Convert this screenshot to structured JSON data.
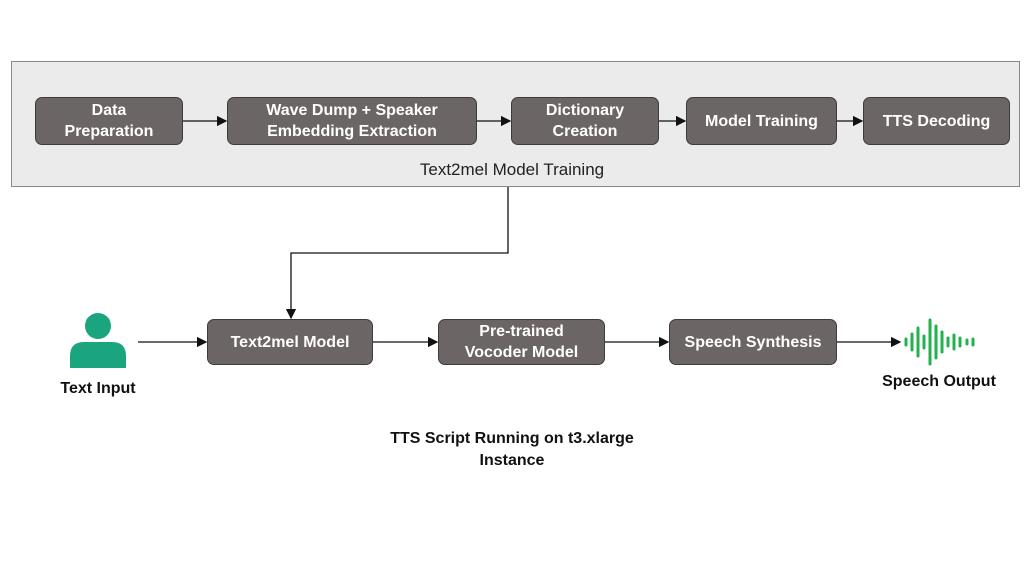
{
  "training": {
    "label": "Text2mel Model Training",
    "steps": [
      "Data\nPreparation",
      "Wave Dump + Speaker\nEmbedding Extraction",
      "Dictionary\nCreation",
      "Model Training",
      "TTS Decoding"
    ]
  },
  "pipeline": {
    "input_label": "Text Input",
    "output_label": "Speech Output",
    "steps": [
      "Text2mel Model",
      "Pre-trained\nVocoder Model",
      "Speech Synthesis"
    ]
  },
  "caption": "TTS Script Running on t3.xlarge\nInstance",
  "colors": {
    "box": "#6b6665",
    "panel": "#ebebeb",
    "person": "#1aa57f",
    "wave": "#22b14c"
  },
  "icons": {
    "input": "person-icon",
    "output": "sound-wave-icon"
  }
}
